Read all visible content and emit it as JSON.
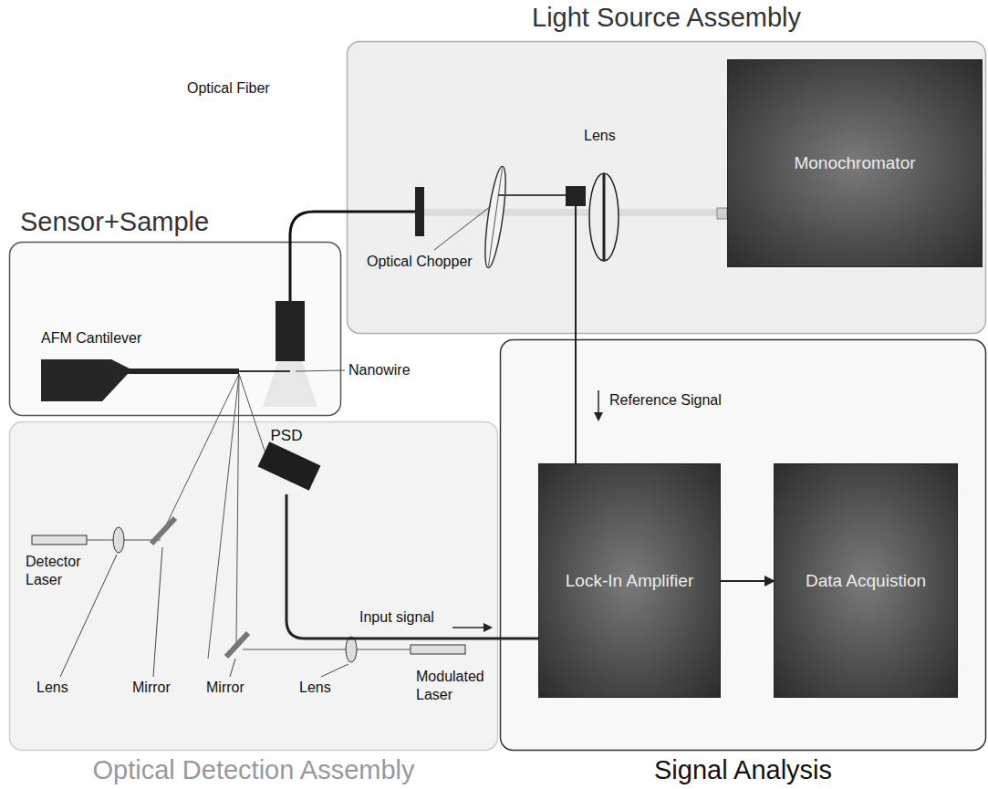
{
  "diagram": {
    "nodes": [
      {
        "text": [
          "Light Source Assembly"
        ]
      },
      {
        "text": [
          "Monochromator"
        ],
        "in": 0
      },
      {
        "text": [
          "Sensor+Sample"
        ]
      },
      {
        "text": [
          "Optical Detection Assembly"
        ]
      },
      {
        "text": [
          "PSD"
        ],
        "in": 3
      },
      {
        "text": [
          "Signal Analysis"
        ]
      },
      {
        "text": [
          "Lock-In Amplifier"
        ],
        "in": 5
      },
      {
        "text": [
          "Data Acquistion"
        ],
        "in": 5
      }
    ],
    "edges": [
      {
        "from": 4,
        "to": 6,
        "arrow": "none",
        "label": "Input signal"
      },
      {
        "from": 6,
        "to": 7,
        "arrow": "to"
      }
    ],
    "labels": [
      "Optical Fiber",
      "Optical Chopper",
      "Lens",
      "AFM Cantilever",
      "Nanowire",
      "Reference Signal",
      "Detector Laser",
      "Lens",
      "Mirror",
      "Mirror",
      "Lens",
      "Modulated Laser"
    ]
  }
}
